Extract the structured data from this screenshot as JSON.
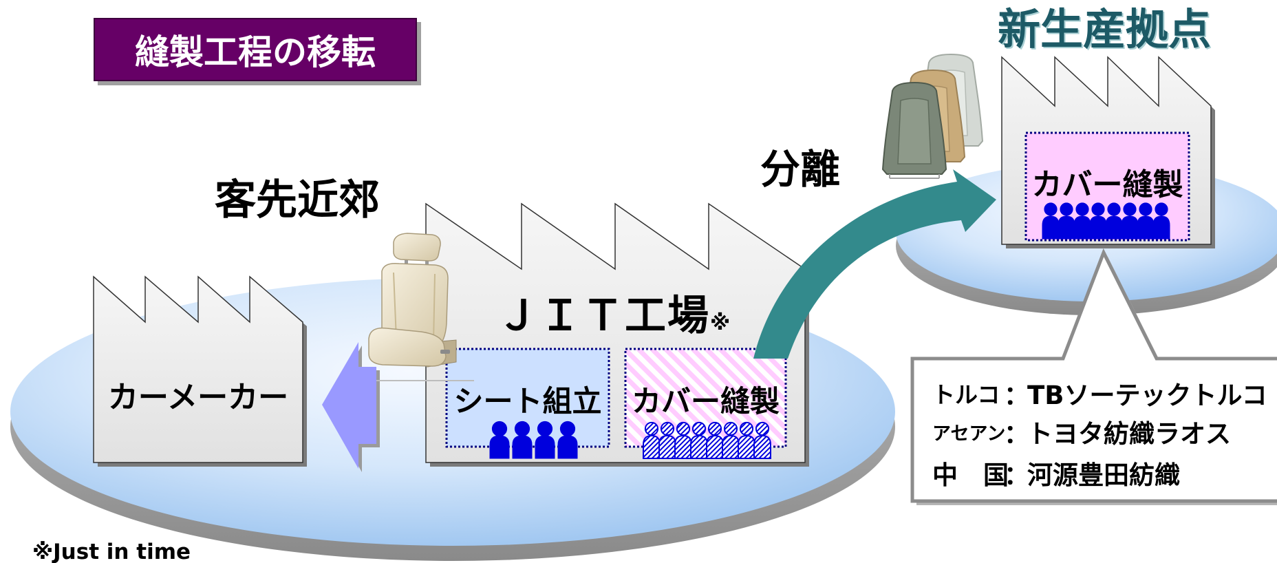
{
  "slide_title": "縫製工程の移転",
  "labels": {
    "near_customer": "客先近郊",
    "separation": "分離",
    "new_production_base": "新生産拠点"
  },
  "car_maker_factory": {
    "label": "カーメーカー"
  },
  "jit_factory": {
    "label": "ＪＩＴ工場",
    "note_mark": "※",
    "seat_assembly": {
      "label": "シート組立",
      "workers": 4
    },
    "cover_sewing": {
      "label": "カバー縫製",
      "workers": 8
    }
  },
  "new_factory": {
    "cover_sewing": {
      "label": "カバー縫製",
      "workers": 8
    }
  },
  "production_sites": [
    {
      "region": "トルコ",
      "separator": "：",
      "company": "TBソーテックトルコ"
    },
    {
      "region": "アセアン",
      "separator": "：",
      "company": "トヨタ紡織ラオス"
    },
    {
      "region": "中　国",
      "separator": "：",
      "company": "河源豊田紡織"
    }
  ],
  "footnote": "※Just in time",
  "colors": {
    "title_bg": "#660066",
    "new_base_text": "#1d5a66",
    "transfer_arrow": "#338a8c",
    "delivery_arrow": "#9999ff",
    "worker": "#0000dd",
    "seat_assembly_fill": "#cce0ff",
    "sewing_fill": "#ffccff"
  },
  "icons": {
    "car_seat": "car-seat-icon",
    "seat_covers": "seat-covers-icon",
    "worker": "person-icon",
    "factory": "factory-icon"
  }
}
